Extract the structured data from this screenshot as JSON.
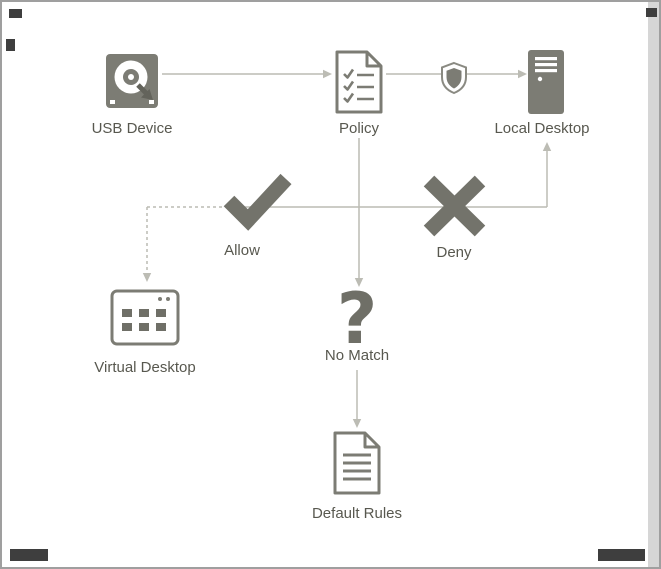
{
  "diagram": {
    "type": "flowchart",
    "nodes": {
      "usb_device": {
        "label": "USB Device",
        "icon": "hard-drive-icon"
      },
      "policy": {
        "label": "Policy",
        "icon": "checklist-document-icon"
      },
      "shield": {
        "icon": "shield-icon"
      },
      "local_desktop": {
        "label": "Local Desktop",
        "icon": "desktop-tower-icon"
      },
      "allow": {
        "label": "Allow",
        "icon": "checkmark-icon"
      },
      "deny": {
        "label": "Deny",
        "icon": "x-mark-icon"
      },
      "virtual_desktop": {
        "label": "Virtual Desktop",
        "icon": "app-window-icon"
      },
      "no_match": {
        "label": "No Match",
        "icon": "question-mark-icon",
        "glyph": "?"
      },
      "default_rules": {
        "label": "Default Rules",
        "icon": "document-lines-icon"
      }
    },
    "edges": [
      {
        "from": "USB Device",
        "to": "Policy",
        "style": "solid-arrow"
      },
      {
        "from": "Policy",
        "to": "Local Desktop",
        "via": "shield",
        "style": "solid-arrow"
      },
      {
        "from": "Policy",
        "to": "No Match",
        "style": "solid-arrow"
      },
      {
        "from": "Allow",
        "to": "Virtual Desktop",
        "style": "dashed-arrow"
      },
      {
        "from": "Deny",
        "to": "Local Desktop",
        "style": "solid-arrow"
      },
      {
        "from": "No Match",
        "to": "Default Rules",
        "style": "solid-arrow"
      }
    ],
    "colors": {
      "icon_fill": "#7c7c74",
      "mark_dark": "#73736b",
      "line": "#bcbcb4",
      "label_text": "#58584f",
      "background": "#ffffff",
      "border": "#9f9f9f",
      "corner_mark": "#3e3e3e"
    }
  }
}
